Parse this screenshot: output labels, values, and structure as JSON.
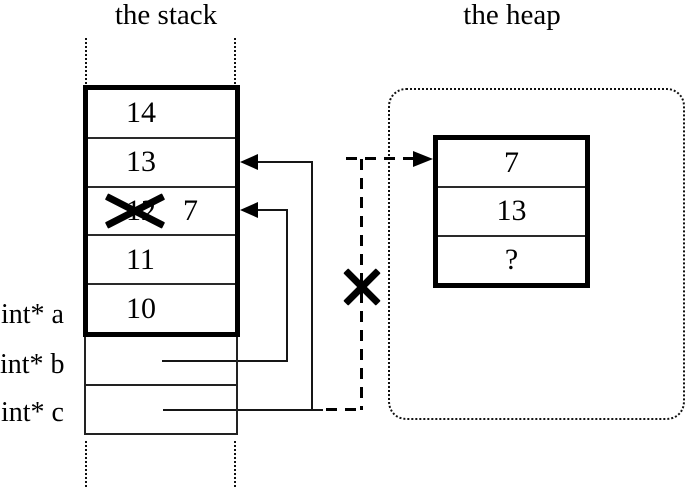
{
  "titles": {
    "stack": "the stack",
    "heap": "the heap"
  },
  "stack": {
    "cells": [
      {
        "value": "14",
        "crossed": false
      },
      {
        "value": "13",
        "crossed": false
      },
      {
        "value": "12",
        "crossed": true,
        "new_value": "7"
      },
      {
        "value": "11",
        "crossed": false
      },
      {
        "value": "10",
        "crossed": false
      }
    ]
  },
  "variables": [
    {
      "label": "int* a"
    },
    {
      "label": "int* b"
    },
    {
      "label": "int* c"
    }
  ],
  "heap": {
    "cells": [
      {
        "value": "7"
      },
      {
        "value": "13"
      },
      {
        "value": "?"
      }
    ]
  },
  "annotations": {
    "stack_overwrite_cross": "old value 12 crossed out",
    "heap_pointer_cross": "dangling heap pointer crossed out"
  },
  "colors": {
    "ink": "#000000",
    "paper": "#ffffff"
  }
}
